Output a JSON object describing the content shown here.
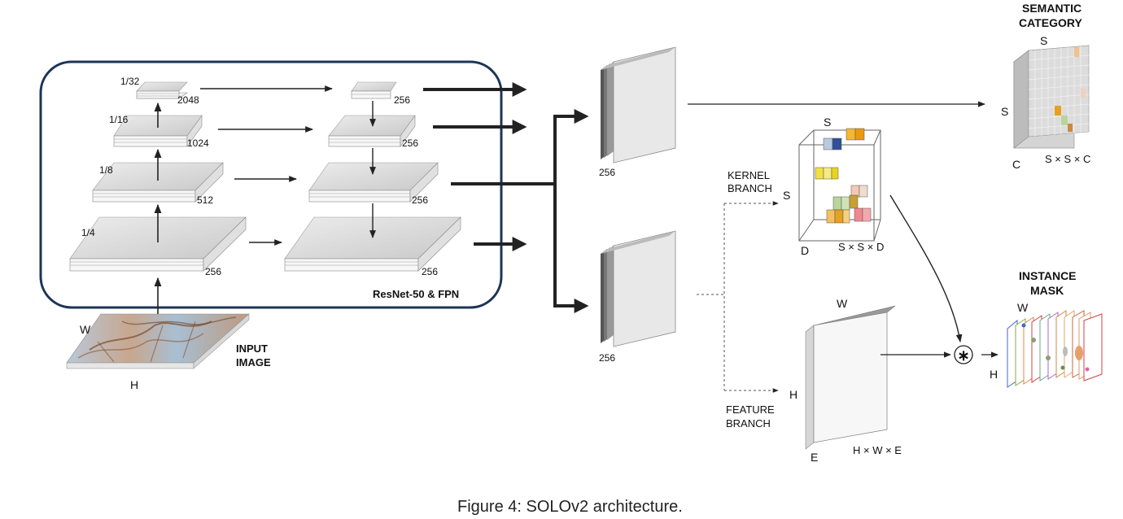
{
  "backbone": {
    "box_label": "ResNet-50 & FPN",
    "levels": [
      {
        "scale": "1/32",
        "channels": "2048"
      },
      {
        "scale": "1/16",
        "channels": "1024"
      },
      {
        "scale": "1/8",
        "channels": "512"
      },
      {
        "scale": "1/4",
        "channels": "256"
      }
    ],
    "fpn_channels": [
      "256",
      "256",
      "256",
      "256"
    ]
  },
  "input": {
    "label_line1": "INPUT",
    "label_line2": "IMAGE",
    "w_label": "W",
    "h_label": "H"
  },
  "head_features": {
    "top_channels": "256",
    "bottom_channels": "256"
  },
  "semantic": {
    "title_line1": "SEMANTIC",
    "title_line2": "CATEGORY",
    "s_top": "S",
    "s_left": "S",
    "c_label": "C",
    "dims": "S × S × C"
  },
  "kernel": {
    "branch_line1": "KERNEL",
    "branch_line2": "BRANCH",
    "s_top": "S",
    "s_left": "S",
    "d_label": "D",
    "dims": "S × S × D"
  },
  "feature": {
    "branch_line1": "FEATURE",
    "branch_line2": "BRANCH",
    "w_label": "W",
    "h_label": "H",
    "e_label": "E",
    "dims": "H × W × E"
  },
  "instance": {
    "title_line1": "INSTANCE",
    "title_line2": "MASK",
    "w_label": "W",
    "h_label": "H",
    "conv_symbol": "∗"
  },
  "caption": "Figure 4: SOLOv2  architecture."
}
